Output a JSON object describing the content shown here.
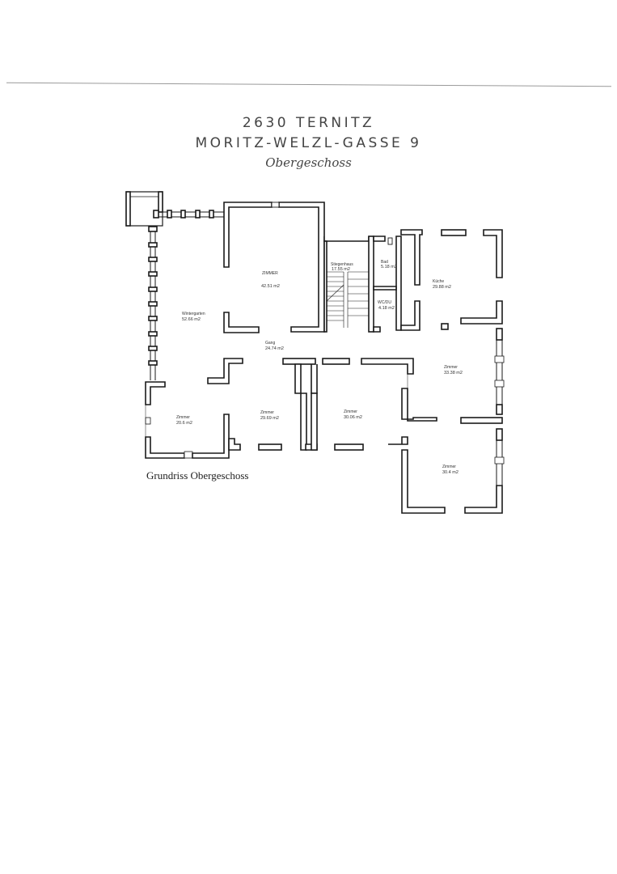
{
  "header": {
    "line1": "2630 TERNITZ",
    "line2": "MORITZ-WELZL-GASSE 9",
    "floor": "Obergeschoss"
  },
  "rooms": {
    "zimmer_top": {
      "name": "ZIMMER",
      "area": "42.51 m2"
    },
    "stiegenhaus": {
      "name": "Stiegenhaus",
      "area": "17.55 m2"
    },
    "bad": {
      "name": "Bad",
      "area": "5.18 m2"
    },
    "kueche": {
      "name": "Küche",
      "area": "29.88 m2"
    },
    "wcdu": {
      "name": "WC/DU",
      "area": "4.18 m2"
    },
    "wintergarten": {
      "name": "Wintergarten",
      "area": "52.66 m2"
    },
    "gang": {
      "name": "Gang",
      "area": "24.74 m2"
    },
    "zimmer_right": {
      "name": "Zimmer",
      "area": "33.38 m2"
    },
    "zimmer_left": {
      "name": "Zimmer",
      "area": "20.6 m2"
    },
    "zimmer_mid1": {
      "name": "Zimmer",
      "area": "29.69 m2"
    },
    "zimmer_mid2": {
      "name": "Zimmer",
      "area": "30.06 m2"
    },
    "zimmer_bottom": {
      "name": "Zimmer",
      "area": "30.4 m2"
    }
  },
  "caption": "Grundriss Obergeschoss"
}
